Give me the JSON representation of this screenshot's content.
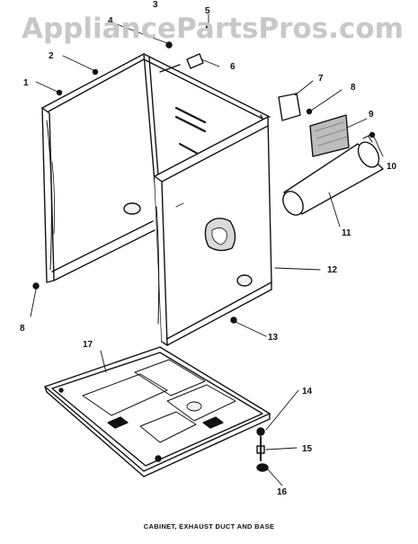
{
  "watermark": "AppliancePartsPros.com",
  "caption": "CABINET, EXHAUST DUCT AND BASE",
  "callouts": [
    "1",
    "2",
    "3",
    "4",
    "5",
    "6",
    "7",
    "8",
    "8",
    "9",
    "10",
    "11",
    "12",
    "13",
    "14",
    "15",
    "16",
    "17"
  ]
}
